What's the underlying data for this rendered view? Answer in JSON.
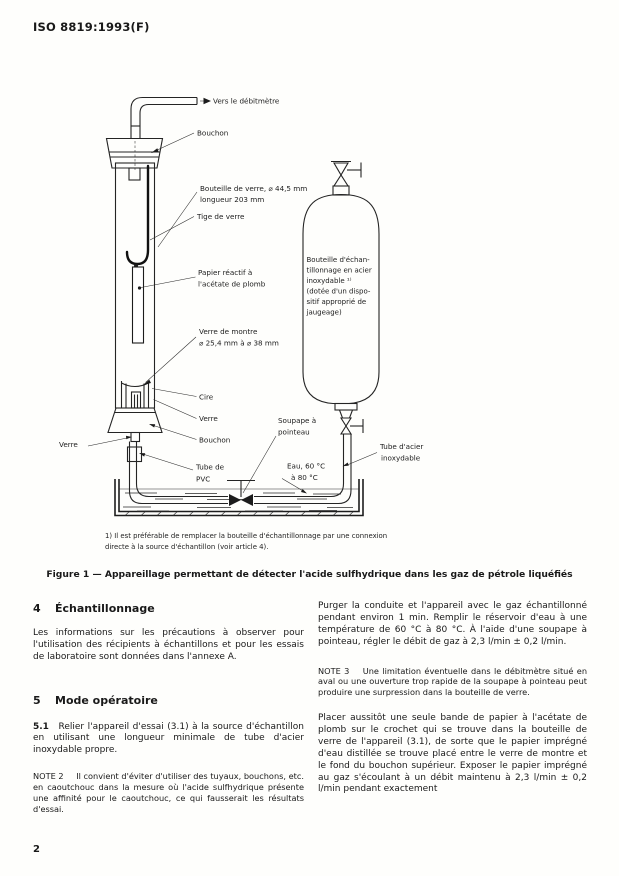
{
  "page": {
    "header": "ISO 8819:1993(F)",
    "page_number": "2"
  },
  "figure": {
    "caption": "Figure 1 — Appareillage permettant de détecter l'acide sulfhydrique dans les gaz de pétrole liquéfiés",
    "footnote": "1) Il est préférable de remplacer la bouteille d'échantillonnage par une connexion directe à la source d'échantillon (voir article 4).",
    "labels": {
      "flow": "Vers le débitmètre",
      "bouchon_top": "Bouchon",
      "bouteille_1": "Bouteille de verre, ⌀ 44,5 mm",
      "bouteille_2": "longueur 203 mm",
      "tige": "Tige de verre",
      "papier_1": "Papier réactif à",
      "papier_2": "l'acétate de plomb",
      "verre_montre_1": "Verre de montre",
      "verre_montre_2": "⌀ 25,4 mm à ⌀ 38 mm",
      "cire": "Cire",
      "verre_mid": "Verre",
      "bouchon_bot": "Bouchon",
      "verre_left": "Verre",
      "tube_pvc_1": "Tube de",
      "tube_pvc_2": "PVC",
      "soupape_1": "Soupape à",
      "soupape_2": "pointeau",
      "eau_1": "Eau, 60 °C",
      "eau_2": "à 80 °C",
      "tube_acier_1": "Tube d'acier",
      "tube_acier_2": "inoxydable",
      "cylinder": [
        "Bouteille d'échan-",
        "tillonnage en acier",
        "inoxydable ¹⁾",
        "(dotée d'un dispo-",
        "sitif approprié de",
        "jaugeage)"
      ]
    }
  },
  "sections": {
    "s4": {
      "number": "4",
      "title": "Échantillonnage",
      "para": "Les informations sur les précautions à observer pour l'utilisation des récipients à échantillons et pour les essais de laboratoire sont données dans l'annexe A."
    },
    "s5": {
      "number": "5",
      "title": "Mode opératoire",
      "s51_number": "5.1",
      "s51_text": "Relier l'appareil d'essai (3.1) à la source d'échantillon en utilisant une longueur minimale de tube d'acier inoxydable propre.",
      "note2_label": "NOTE 2",
      "note2_text": "Il convient d'éviter d'utiliser des tuyaux, bouchons, etc. en caoutchouc dans la mesure où l'acide sulfhydrique présente une affinité pour le caoutchouc, ce qui fausserait les résultats d'essai."
    },
    "right": {
      "para1": "Purger la conduite et l'appareil avec le gaz échantillonné pendant environ 1 min. Remplir le réservoir d'eau à une température de 60 °C à 80 °C. À l'aide d'une soupape à pointeau, régler le débit de gaz à 2,3 l/min ± 0,2 l/min.",
      "note3_label": "NOTE 3",
      "note3_text": "Une limitation éventuelle dans le débitmètre situé en aval ou une ouverture trop rapide de la soupape à pointeau peut produire une surpression dans la bouteille de verre.",
      "para2": "Placer aussitôt une seule bande de papier à l'acétate de plomb sur le crochet qui se trouve dans la bouteille de verre de l'appareil (3.1), de sorte que le papier imprégné d'eau distillée se trouve placé entre le verre de montre et le fond du bouchon supérieur. Exposer le papier imprégné au gaz s'écoulant à un débit maintenu à 2,3 l/min ± 0,2 l/min pendant exactement"
    }
  }
}
